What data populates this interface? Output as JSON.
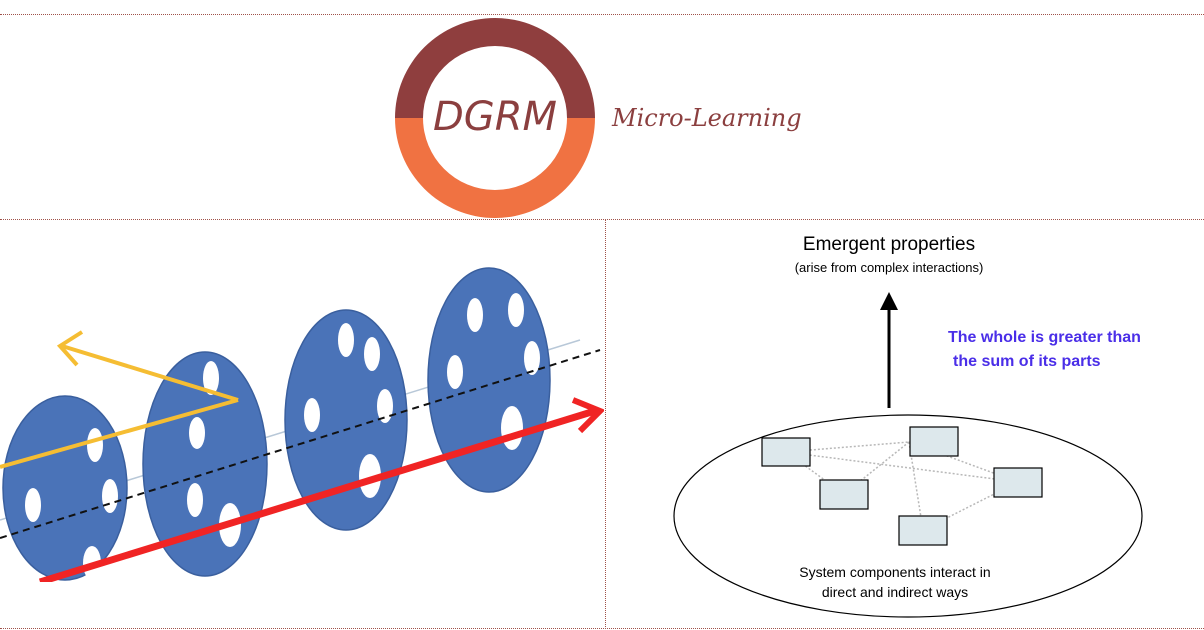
{
  "header": {
    "logo_text": "DGRM",
    "tagline": "Micro-Learning",
    "colors": {
      "ring_top": "#8f3e3e",
      "ring_bottom": "#f07242"
    }
  },
  "left_panel": {
    "icon": "rotating-discs-illustration",
    "colors": {
      "disc": "#4a73b8",
      "yellow_arrow": "#f5bd33",
      "red_arrow": "#f02424"
    }
  },
  "right_panel": {
    "title": "Emergent properties",
    "subtitle": "(arise from complex interactions)",
    "callout_line1": "The whole is greater than",
    "callout_line2": "the sum of its parts",
    "caption_line1": "System components interact in",
    "caption_line2": "direct and indirect ways",
    "colors": {
      "callout": "#4a2ee8",
      "component_fill": "#dde8ec"
    }
  }
}
